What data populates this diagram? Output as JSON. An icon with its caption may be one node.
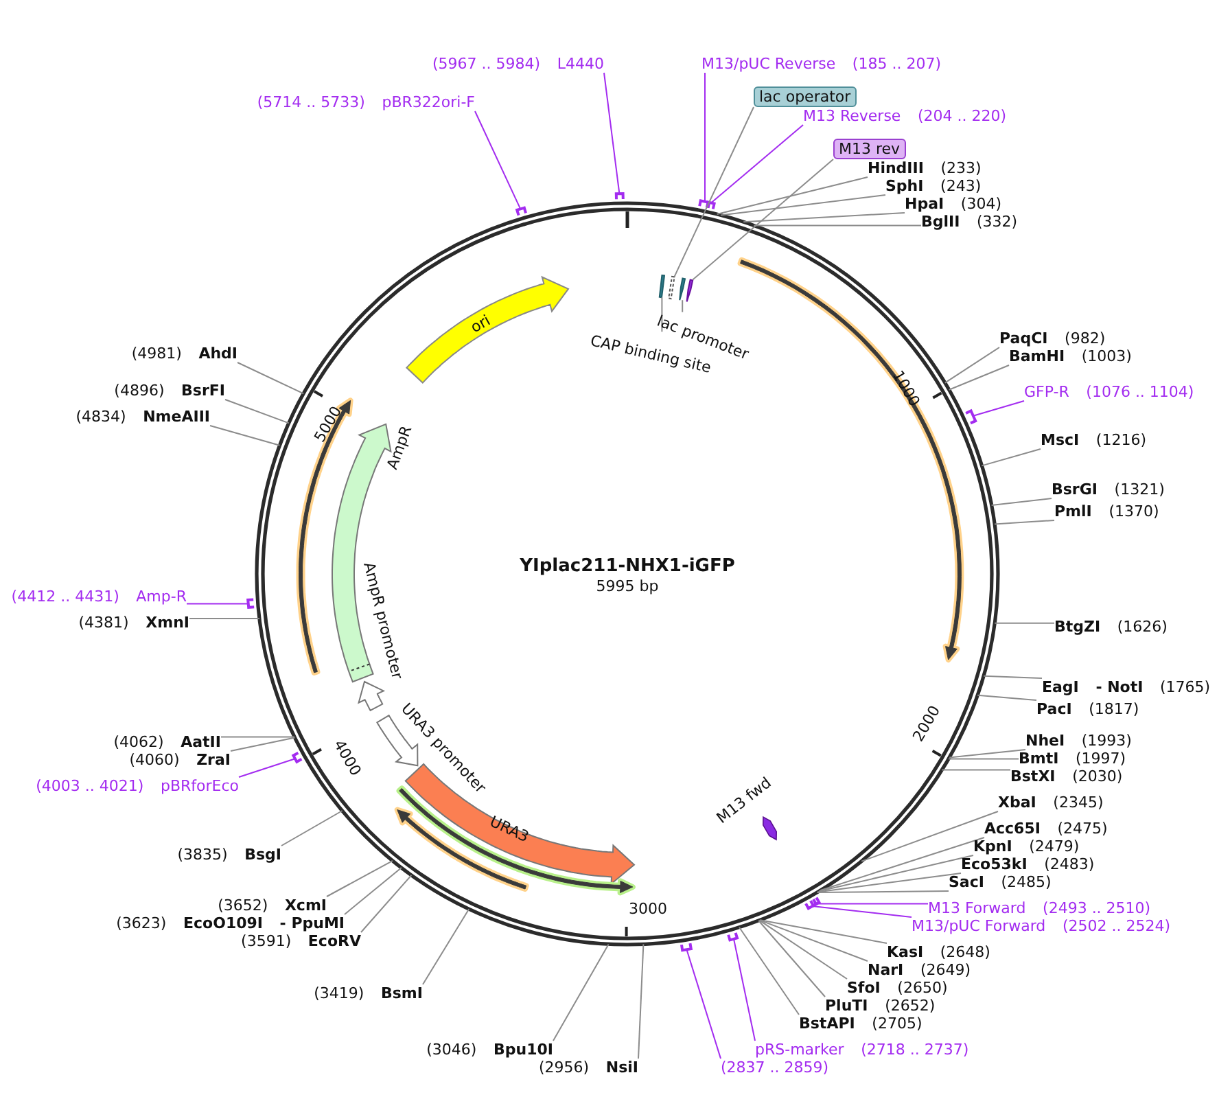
{
  "diagram": {
    "title": "YIplac211-NHX1-iGFP",
    "nodes": [
      {
        "text": [
          "(5967 .. 5984)",
          "L4440"
        ]
      },
      {
        "text": [
          "M13/pUC Reverse",
          "(185 .. 207)"
        ]
      },
      {
        "text": [
          "lac operator"
        ]
      },
      {
        "text": [
          "(5714 .. 5733)",
          "pBR322ori-F"
        ]
      },
      {
        "text": [
          "M13 Reverse",
          "(204 .. 220)"
        ]
      },
      {
        "text": [
          "M13 rev"
        ]
      },
      {
        "text": [
          "HindIII",
          "(233)"
        ]
      },
      {
        "text": [
          "SphI",
          "(243)"
        ]
      },
      {
        "text": [
          "HpaI",
          "(304)"
        ]
      },
      {
        "text": [
          "BglII",
          "(332)"
        ]
      },
      {
        "text": [
          "(4981)",
          "AhdI"
        ]
      },
      {
        "text": [
          "ori"
        ]
      },
      {
        "text": [
          "CAP binding site"
        ]
      },
      {
        "text": [
          "lac promoter"
        ]
      },
      {
        "text": [
          "PaqCI",
          "(982)"
        ]
      },
      {
        "text": [
          "BamHI",
          "(1003)"
        ]
      },
      {
        "text": [
          "(4896)",
          "BsrFI"
        ]
      },
      {
        "text": [
          "GFP-R",
          "(1076 .. 1104)"
        ]
      },
      {
        "text": [
          "(4834)",
          "NmeAIII"
        ]
      },
      {
        "text": [
          "AmpR"
        ]
      },
      {
        "text": [
          "MscI",
          "(1216)"
        ]
      },
      {
        "text": [
          "BsrGI",
          "(1321)"
        ]
      },
      {
        "text": [
          "PmlI",
          "(1370)"
        ]
      },
      {
        "text": [
          "(4412 .. 4431)",
          "Amp-R"
        ]
      },
      {
        "text": [
          "AmpR promoter"
        ]
      },
      {
        "text": [
          "(4381)",
          "XmnI"
        ]
      },
      {
        "text": [
          "BtgZI",
          "(1626)"
        ]
      },
      {
        "text": [
          "EagI",
          "- NotI",
          "(1765)"
        ]
      },
      {
        "text": [
          "PacI",
          "(1817)"
        ]
      },
      {
        "text": [
          "(4062)",
          "AatII"
        ]
      },
      {
        "text": [
          "NheI",
          "(1993)"
        ]
      },
      {
        "text": [
          "(4060)",
          "ZraI"
        ]
      },
      {
        "text": [
          "BmtI",
          "(1997)"
        ]
      },
      {
        "text": [
          "URA3 promoter"
        ]
      },
      {
        "text": [
          "BstXI",
          "(2030)"
        ]
      },
      {
        "text": [
          "(4003 .. 4021)",
          "pBRforEco"
        ]
      },
      {
        "text": [
          "XbaI",
          "(2345)"
        ]
      },
      {
        "text": [
          "M13 fwd"
        ]
      },
      {
        "text": [
          "Acc65I",
          "(2475)"
        ]
      },
      {
        "text": [
          "KpnI",
          "(2479)"
        ]
      },
      {
        "text": [
          "URA3"
        ]
      },
      {
        "text": [
          "Eco53kI",
          "(2483)"
        ]
      },
      {
        "text": [
          "SacI",
          "(2485)"
        ]
      },
      {
        "text": [
          "(3835)",
          "BsgI"
        ]
      },
      {
        "text": [
          "M13 Forward",
          "(2493 .. 2510)"
        ]
      },
      {
        "text": [
          "(3652)",
          "XcmI"
        ]
      },
      {
        "text": [
          "M13/pUC Forward",
          "(2502 .. 2524)"
        ]
      },
      {
        "text": [
          "(3623)",
          "EcoO109I",
          "- PpuMI"
        ]
      },
      {
        "text": [
          "(3591)",
          "EcoRV"
        ]
      },
      {
        "text": [
          "KasI",
          "(2648)"
        ]
      },
      {
        "text": [
          "NarI",
          "(2649)"
        ]
      },
      {
        "text": [
          "SfoI",
          "(2650)"
        ]
      },
      {
        "text": [
          "PluTI",
          "(2652)"
        ]
      },
      {
        "text": [
          "(3419)",
          "BsmI"
        ]
      },
      {
        "text": [
          "BstAPI",
          "(2705)"
        ]
      },
      {
        "text": [
          "pRS-marker",
          "(2718 .. 2737)"
        ]
      },
      {
        "text": [
          "(3046)",
          "Bpu10I"
        ]
      },
      {
        "text": [
          "(2956)",
          "NsiI"
        ]
      },
      {
        "text": [
          "(2837 .. 2859)"
        ]
      },
      {
        "text": [],
        "shape": "box"
      },
      {
        "text": [],
        "shape": "box"
      },
      {
        "text": [],
        "shape": "arrow"
      },
      {
        "text": [],
        "shape": "arrow"
      },
      {
        "text": [],
        "shape": "arrow"
      },
      {
        "text": [],
        "shape": "arrow"
      },
      {
        "text": [],
        "shape": "arrow"
      },
      {
        "text": [],
        "shape": "arrow"
      }
    ],
    "edges": [
      {
        "from": 0,
        "to": null,
        "arrow": "none",
        "color": "#a32cf0"
      },
      {
        "from": 1,
        "to": null,
        "arrow": "none",
        "color": "#a32cf0"
      },
      {
        "from": 2,
        "to": 60,
        "arrow": "none"
      },
      {
        "from": 3,
        "to": null,
        "arrow": "none",
        "color": "#a32cf0"
      },
      {
        "from": 4,
        "to": null,
        "arrow": "none",
        "color": "#a32cf0"
      },
      {
        "from": 5,
        "to": 62,
        "arrow": "none"
      },
      {
        "from": 6,
        "to": null,
        "arrow": "none"
      },
      {
        "from": 7,
        "to": null,
        "arrow": "none"
      },
      {
        "from": 8,
        "to": null,
        "arrow": "none"
      },
      {
        "from": 9,
        "to": null,
        "arrow": "none"
      },
      {
        "from": 10,
        "to": null,
        "arrow": "none"
      },
      {
        "from": 12,
        "to": 59,
        "arrow": "none"
      },
      {
        "from": 13,
        "to": 61,
        "arrow": "none"
      },
      {
        "from": 14,
        "to": null,
        "arrow": "none"
      },
      {
        "from": 15,
        "to": null,
        "arrow": "none"
      },
      {
        "from": 16,
        "to": null,
        "arrow": "none"
      },
      {
        "from": 17,
        "to": null,
        "arrow": "none",
        "color": "#a32cf0"
      },
      {
        "from": 18,
        "to": null,
        "arrow": "none"
      },
      {
        "from": 20,
        "to": null,
        "arrow": "none"
      },
      {
        "from": 21,
        "to": null,
        "arrow": "none"
      },
      {
        "from": 22,
        "to": null,
        "arrow": "none"
      },
      {
        "from": 23,
        "to": null,
        "arrow": "none",
        "color": "#a32cf0"
      },
      {
        "from": 25,
        "to": null,
        "arrow": "none"
      },
      {
        "from": 26,
        "to": null,
        "arrow": "none"
      },
      {
        "from": 27,
        "to": null,
        "arrow": "none"
      },
      {
        "from": 28,
        "to": null,
        "arrow": "none"
      },
      {
        "from": 29,
        "to": null,
        "arrow": "none"
      },
      {
        "from": 30,
        "to": null,
        "arrow": "none"
      },
      {
        "from": 31,
        "to": null,
        "arrow": "none"
      },
      {
        "from": 32,
        "to": null,
        "arrow": "none"
      },
      {
        "from": 34,
        "to": null,
        "arrow": "none"
      },
      {
        "from": 35,
        "to": null,
        "arrow": "none",
        "color": "#a32cf0"
      },
      {
        "from": 36,
        "to": null,
        "arrow": "none"
      },
      {
        "from": 38,
        "to": null,
        "arrow": "none"
      },
      {
        "from": 39,
        "to": null,
        "arrow": "none"
      },
      {
        "from": 41,
        "to": null,
        "arrow": "none"
      },
      {
        "from": 42,
        "to": null,
        "arrow": "none"
      },
      {
        "from": 43,
        "to": null,
        "arrow": "none"
      },
      {
        "from": 44,
        "to": null,
        "arrow": "none",
        "color": "#a32cf0"
      },
      {
        "from": 45,
        "to": null,
        "arrow": "none"
      },
      {
        "from": 46,
        "to": null,
        "arrow": "none",
        "color": "#a32cf0"
      },
      {
        "from": 47,
        "to": null,
        "arrow": "none"
      },
      {
        "from": 48,
        "to": null,
        "arrow": "none"
      },
      {
        "from": 49,
        "to": null,
        "arrow": "none"
      },
      {
        "from": 50,
        "to": null,
        "arrow": "none"
      },
      {
        "from": 51,
        "to": null,
        "arrow": "none"
      },
      {
        "from": 52,
        "to": null,
        "arrow": "none"
      },
      {
        "from": 53,
        "to": null,
        "arrow": "none"
      },
      {
        "from": 54,
        "to": null,
        "arrow": "none"
      },
      {
        "from": 55,
        "to": null,
        "arrow": "none",
        "color": "#a32cf0"
      },
      {
        "from": 56,
        "to": null,
        "arrow": "none"
      },
      {
        "from": 57,
        "to": null,
        "arrow": "none"
      },
      {
        "from": 58,
        "to": null,
        "arrow": "none",
        "color": "#a32cf0"
      }
    ],
    "labels": [
      "1000",
      "5000",
      "5995 bp",
      "2000",
      "4000",
      "3000"
    ]
  }
}
